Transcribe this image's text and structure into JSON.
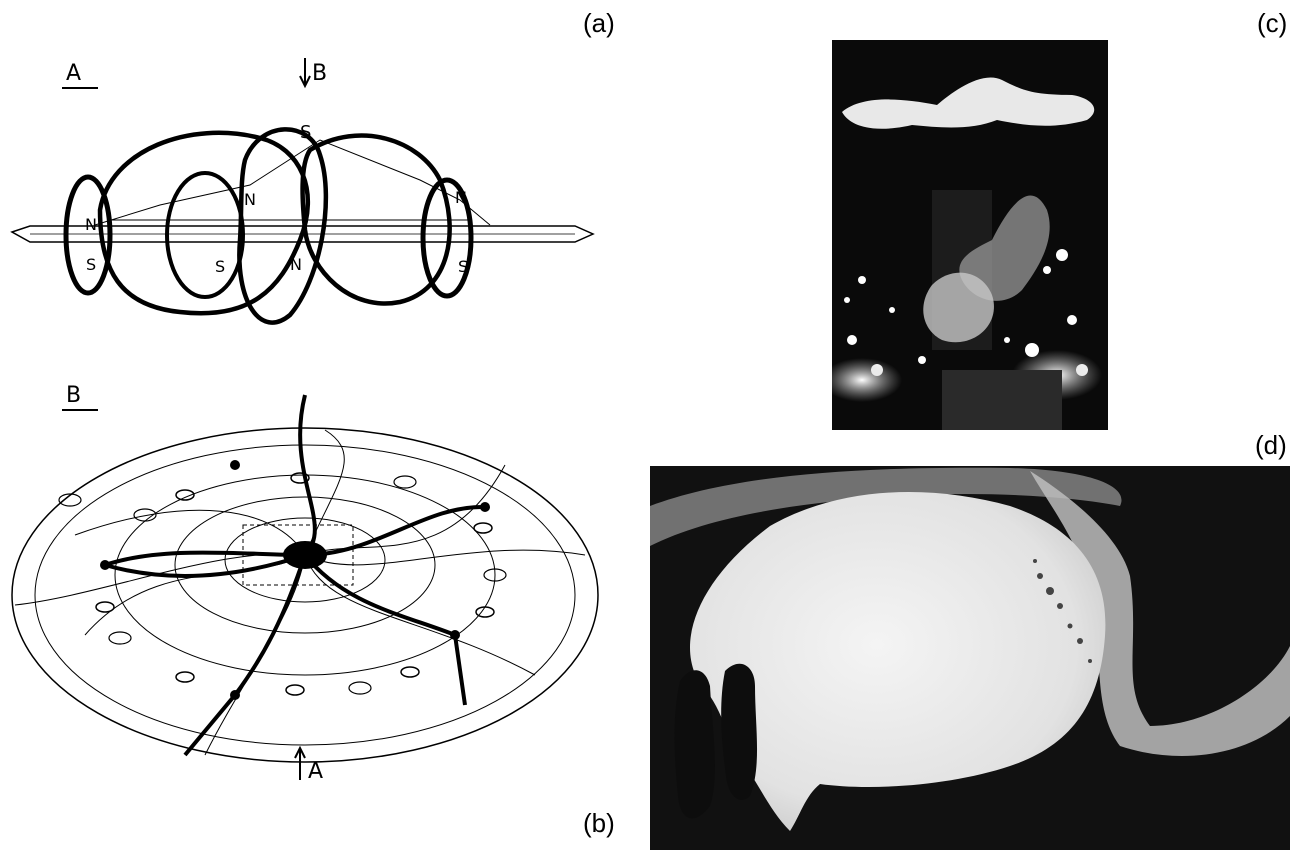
{
  "panels": {
    "a": {
      "label": "(a)"
    },
    "b": {
      "label": "(b)"
    },
    "c": {
      "label": "(c)"
    },
    "d": {
      "label": "(d)"
    }
  },
  "diagram_a": {
    "section_label": "A",
    "view_marker": "B",
    "poles": [
      "N",
      "S",
      "N",
      "S",
      "N",
      "S",
      "N",
      "S"
    ]
  },
  "diagram_b": {
    "section_label": "B",
    "view_marker": "A"
  }
}
